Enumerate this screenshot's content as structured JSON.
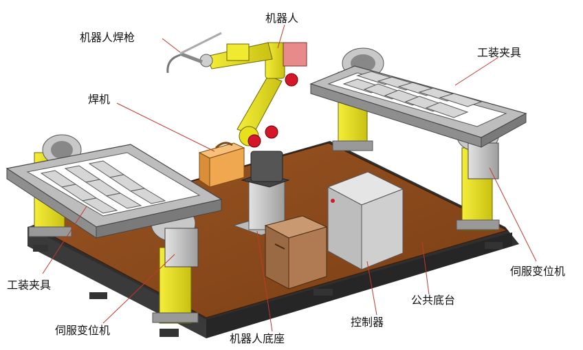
{
  "labels": {
    "robot_torch": "机器人焊枪",
    "robot": "机器人",
    "fixture_right": "工装夹具",
    "welder": "焊机",
    "fixture_left": "工装夹具",
    "servo_positioner_right": "伺服变位机",
    "common_base": "公共底台",
    "servo_positioner_left": "伺服变位机",
    "controller": "控制器",
    "robot_base": "机器人底座"
  },
  "colors": {
    "platform": "#8a4a1c",
    "frame": "#2b2b2b",
    "yellow": "#e8e01a",
    "gray": "#c8c8c8",
    "leader": "#c0392b",
    "box": "#b07a52",
    "cabinet": "#c9c9c9",
    "welder": "#f0a850",
    "red": "#d4182a",
    "pink": "#e88a8a"
  }
}
